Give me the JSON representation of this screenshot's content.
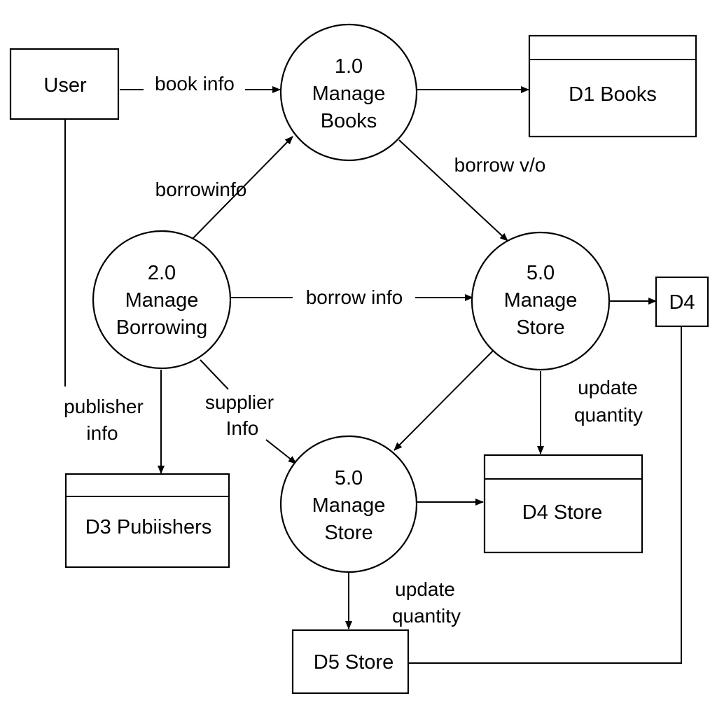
{
  "entities": {
    "user": "User"
  },
  "processes": {
    "p1": {
      "num": "1.0",
      "line1": "Manage",
      "line2": "Books"
    },
    "p2": {
      "num": "2.0",
      "line1": "Manage",
      "line2": "Borrowing"
    },
    "p5a": {
      "num": "5.0",
      "line1": "Manage",
      "line2": "Store"
    },
    "p5b": {
      "num": "5.0",
      "line1": "Manage",
      "line2": "Store"
    }
  },
  "stores": {
    "d1": "D1 Books",
    "d3": "D3 Pubiishers",
    "d4store": "D4 Store",
    "d4": "D4",
    "d5": "D5 Store"
  },
  "flows": {
    "book_info": "book info",
    "borrowinfo": "borrowinfo",
    "borrow_vo": "borrow v/o",
    "borrow_info": "borrow info",
    "publisher_info_1": "publisher",
    "publisher_info_2": "info",
    "supplier_info_1": "supplier",
    "supplier_info_2": "Info",
    "update_qty_a_1": "update",
    "update_qty_a_2": "quantity",
    "update_qty_b_1": "update",
    "update_qty_b_2": "quantity"
  },
  "colors": {
    "stroke": "#000000",
    "background": "#ffffff"
  }
}
